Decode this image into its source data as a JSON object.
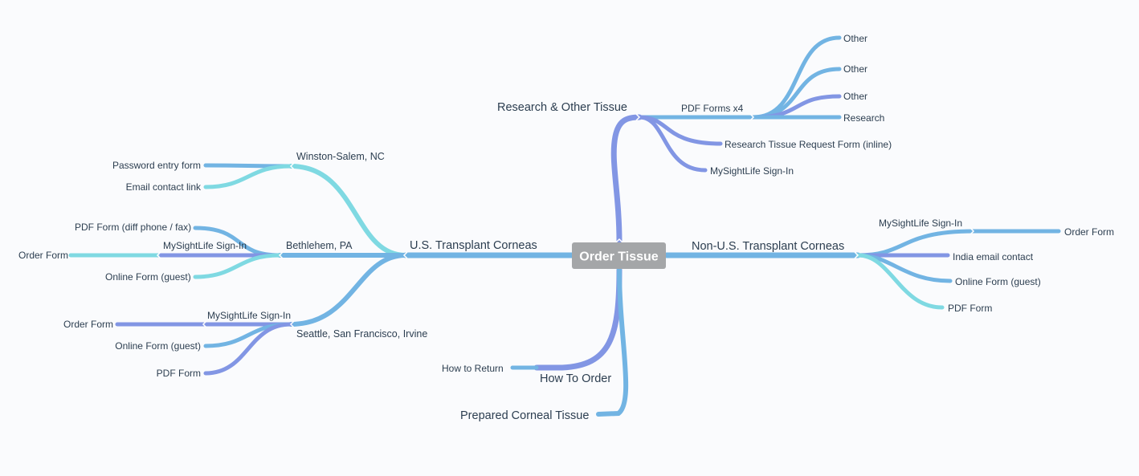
{
  "colors": {
    "blue": "#72b4e3",
    "cyan": "#7fd9e2",
    "purple": "#8296e4",
    "root": "#a4a6a8",
    "text": "#2c3e50"
  },
  "root": {
    "label": "Order Tissue"
  },
  "branches": {
    "us": {
      "label": "U.S. Transplant Corneas",
      "winston": {
        "label": "Winston-Salem, NC",
        "password": "Password entry form",
        "email": "Email contact link"
      },
      "bethlehem": {
        "label": "Bethlehem, PA",
        "pdf": "PDF Form (diff phone / fax)",
        "signin": "MySightLife Sign-In",
        "order": "Order Form",
        "online": "Online Form (guest)"
      },
      "seattle": {
        "label": "Seattle, San Francisco, Irvine",
        "signin": "MySightLife Sign-In",
        "order": "Order Form",
        "online": "Online Form (guest)",
        "pdf": "PDF Form"
      }
    },
    "research": {
      "label": "Research & Other Tissue",
      "pdf_forms": {
        "label": "PDF Forms x4",
        "items": [
          "Other",
          "Other",
          "Other",
          "Research"
        ]
      },
      "request": "Research Tissue Request Form (inline)",
      "signin": "MySightLife Sign-In"
    },
    "nonus": {
      "label": "Non-U.S. Transplant Corneas",
      "signin": "MySightLife Sign-In",
      "order": "Order Form",
      "india": "India email contact",
      "online": "Online Form (guest)",
      "pdf": "PDF Form"
    },
    "howto": {
      "label": "How To Order",
      "return": "How to Return"
    },
    "prepared": {
      "label": "Prepared Corneal Tissue"
    }
  }
}
